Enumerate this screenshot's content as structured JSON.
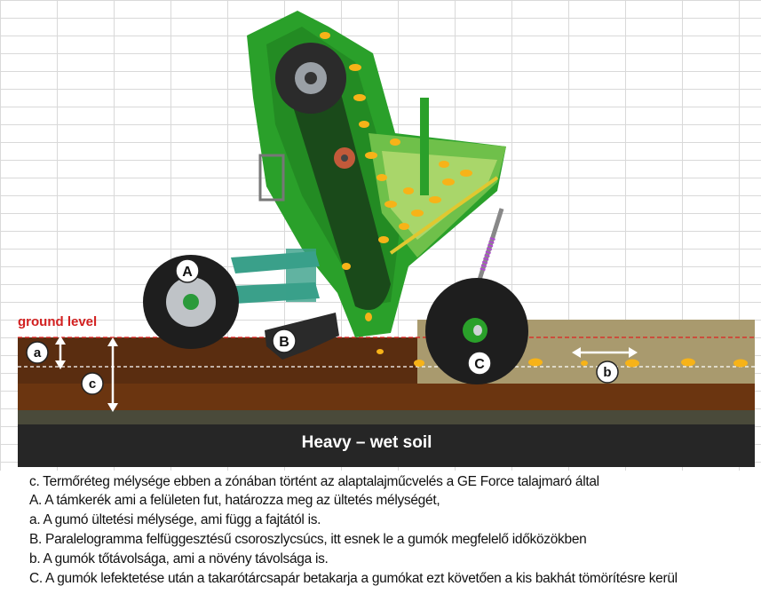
{
  "diagram": {
    "ground_label": "ground level",
    "soil_label": "Heavy – wet soil",
    "markers": {
      "A": "A",
      "B": "B",
      "C": "C",
      "a": "a",
      "b": "b",
      "c": "c"
    }
  },
  "colors": {
    "machine_green": "#2aa02a",
    "machine_dark_green": "#1d7a1d",
    "soil_dark": "#5a2d10",
    "soil_light": "#a99a6e",
    "base_bar": "#262626",
    "ground_line": "#e02020",
    "tuber": "#f7b318",
    "parallelogram_teal": "#3aa08a"
  },
  "legend": [
    "c. Termőréteg mélysége ebben a zónában történt az alaptalajműcvelés a GE Force talajmaró által",
    "A. A támkerék ami a felületen fut, határozza meg az ültetés mélységét,",
    "a. A gumó ültetési mélysége, ami függ a fajtától is.",
    "B. Paralelogramma felfüggesztésű csoroszlycsúcs, itt esnek le a gumók megfelelő időközökben",
    "b. A gumók tőtávolsága, ami a növény távolsága is.",
    "C. A gumók lefektetése után a takarótárcsapár betakarja a gumókat ezt követően a kis bakhát tömörítésre kerül"
  ]
}
